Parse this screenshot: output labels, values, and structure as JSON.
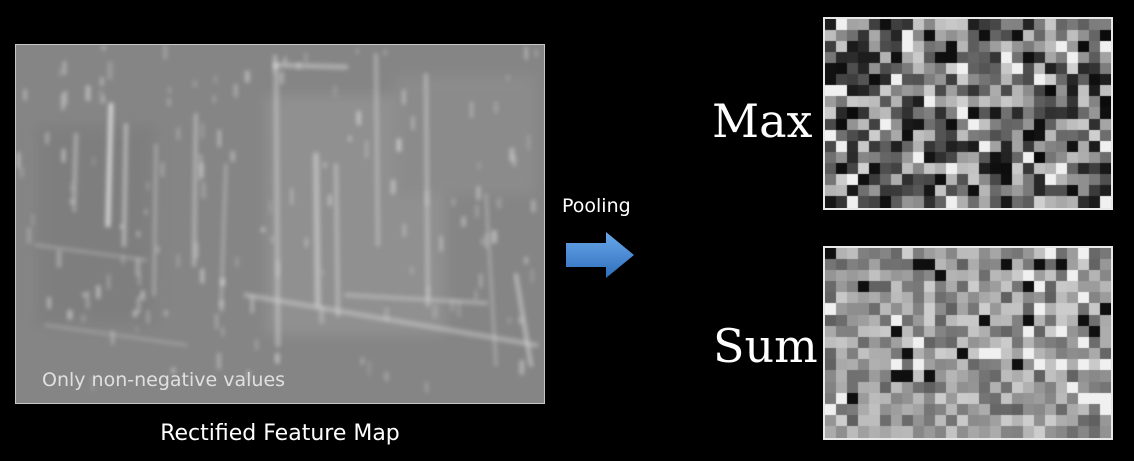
{
  "feature_map": {
    "overlay_text": "Only non-negative values",
    "caption": "Rectified Feature Map"
  },
  "operation": {
    "label": "Pooling",
    "arrow_color": "#3d86d6"
  },
  "pooling_outputs": [
    {
      "label": "Max"
    },
    {
      "label": "Sum"
    }
  ],
  "colors": {
    "background": "#000000",
    "feature_map_fill": "#858585",
    "text": "#ffffff"
  }
}
